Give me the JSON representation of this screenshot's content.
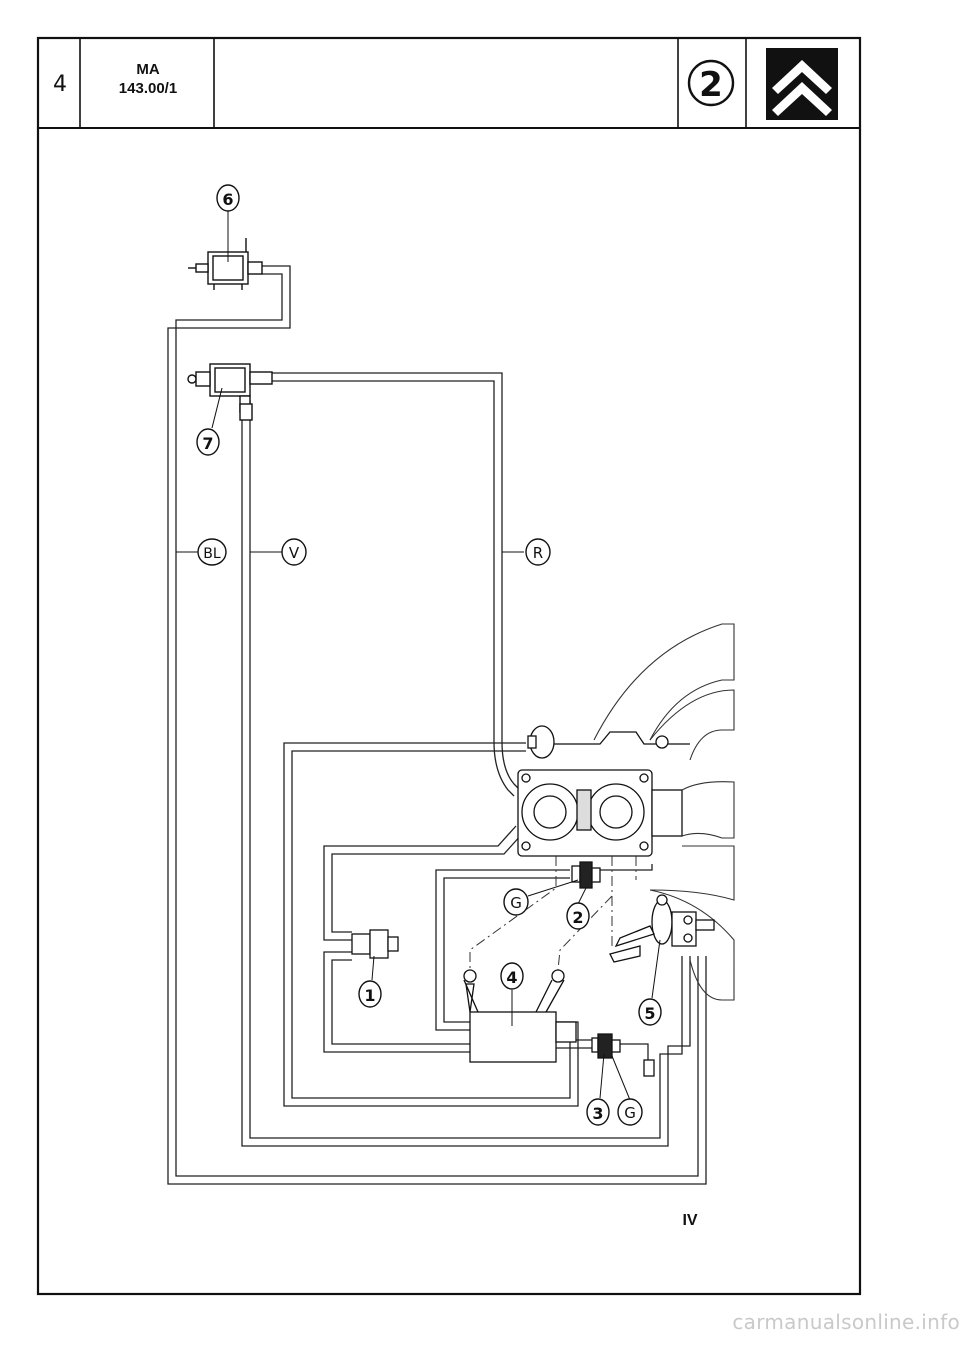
{
  "header": {
    "page_number": "4",
    "doc_code_line1": "MA",
    "doc_code_line2": "143.00/1",
    "section_number": "2",
    "brand_logo": "double-chevron-logo"
  },
  "diagram": {
    "callouts": {
      "c1": "1",
      "c2": "2",
      "c3": "3",
      "c4": "4",
      "c5": "5",
      "c6": "6",
      "c7": "7"
    },
    "hose_labels": {
      "bl": "BL",
      "v": "V",
      "r": "R",
      "g1": "G",
      "g2": "G"
    },
    "plate_number": "IV"
  },
  "watermark": "carmanualsonline.info"
}
